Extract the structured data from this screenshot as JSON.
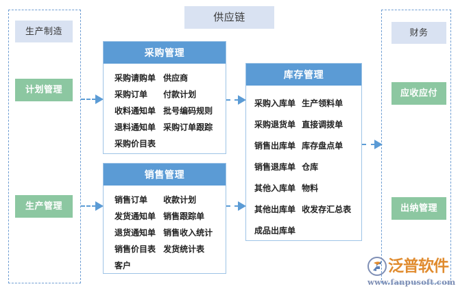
{
  "diagram": {
    "title": "供应链",
    "groups": [
      {
        "id": "manufacturing",
        "header": "生产制造",
        "items": [
          "计划管理",
          "生产管理"
        ]
      },
      {
        "id": "finance",
        "header": "财务",
        "items": [
          "应收应付",
          "出纳管理"
        ]
      }
    ],
    "cards": [
      {
        "id": "purchase",
        "title": "采购管理",
        "rows": [
          [
            "采购请购单",
            "供应商"
          ],
          [
            "采购订单",
            "付款计划"
          ],
          [
            "收料通知单",
            "批号编码规则"
          ],
          [
            "退料通知单",
            "采购订单跟踪"
          ],
          [
            "采购价目表",
            ""
          ]
        ]
      },
      {
        "id": "sales",
        "title": "销售管理",
        "rows": [
          [
            "销售订单",
            "收款计划"
          ],
          [
            "发货通知单",
            "销售跟踪单"
          ],
          [
            "退货通知单",
            "销售收入统计"
          ],
          [
            "销售价目表",
            "发货统计表"
          ],
          [
            "客户",
            ""
          ]
        ]
      },
      {
        "id": "inventory",
        "title": "库存管理",
        "rows": [
          [
            "采购入库单",
            "生产领料单"
          ],
          [
            "采购退货单",
            "直接调拨单"
          ],
          [
            "销售出库单",
            "库存盘点单"
          ],
          [
            "销售退库单",
            "仓库"
          ],
          [
            "其他入库单",
            "物料"
          ],
          [
            "其他出库单",
            "收发存汇总表"
          ],
          [
            "成品出库单",
            ""
          ]
        ]
      }
    ],
    "arrows": [
      {
        "id": "plan-purchase",
        "from": "计划管理",
        "to": "采购管理"
      },
      {
        "id": "production-sales",
        "from": "生产管理",
        "to": "销售管理"
      },
      {
        "id": "purchase-inventory",
        "from": "采购管理",
        "to": "库存管理"
      },
      {
        "id": "sales-inventory",
        "from": "销售管理",
        "to": "库存管理"
      },
      {
        "id": "inventory-finance",
        "from": "库存管理",
        "to": "财务"
      }
    ]
  },
  "watermark": {
    "brand": "泛普软件",
    "url": "www.fanpusoft.com"
  },
  "colors": {
    "card_header": "#5b9bd5",
    "card_border": "#9dc3e6",
    "chip_blue": "#d9e2f2",
    "chip_green": "#8cc7a1",
    "dashed_border": "#6b9bd2",
    "arrow": "#5b9bd5",
    "brand_orange": "#e08b2e",
    "url_blue": "#7f8fb5"
  }
}
